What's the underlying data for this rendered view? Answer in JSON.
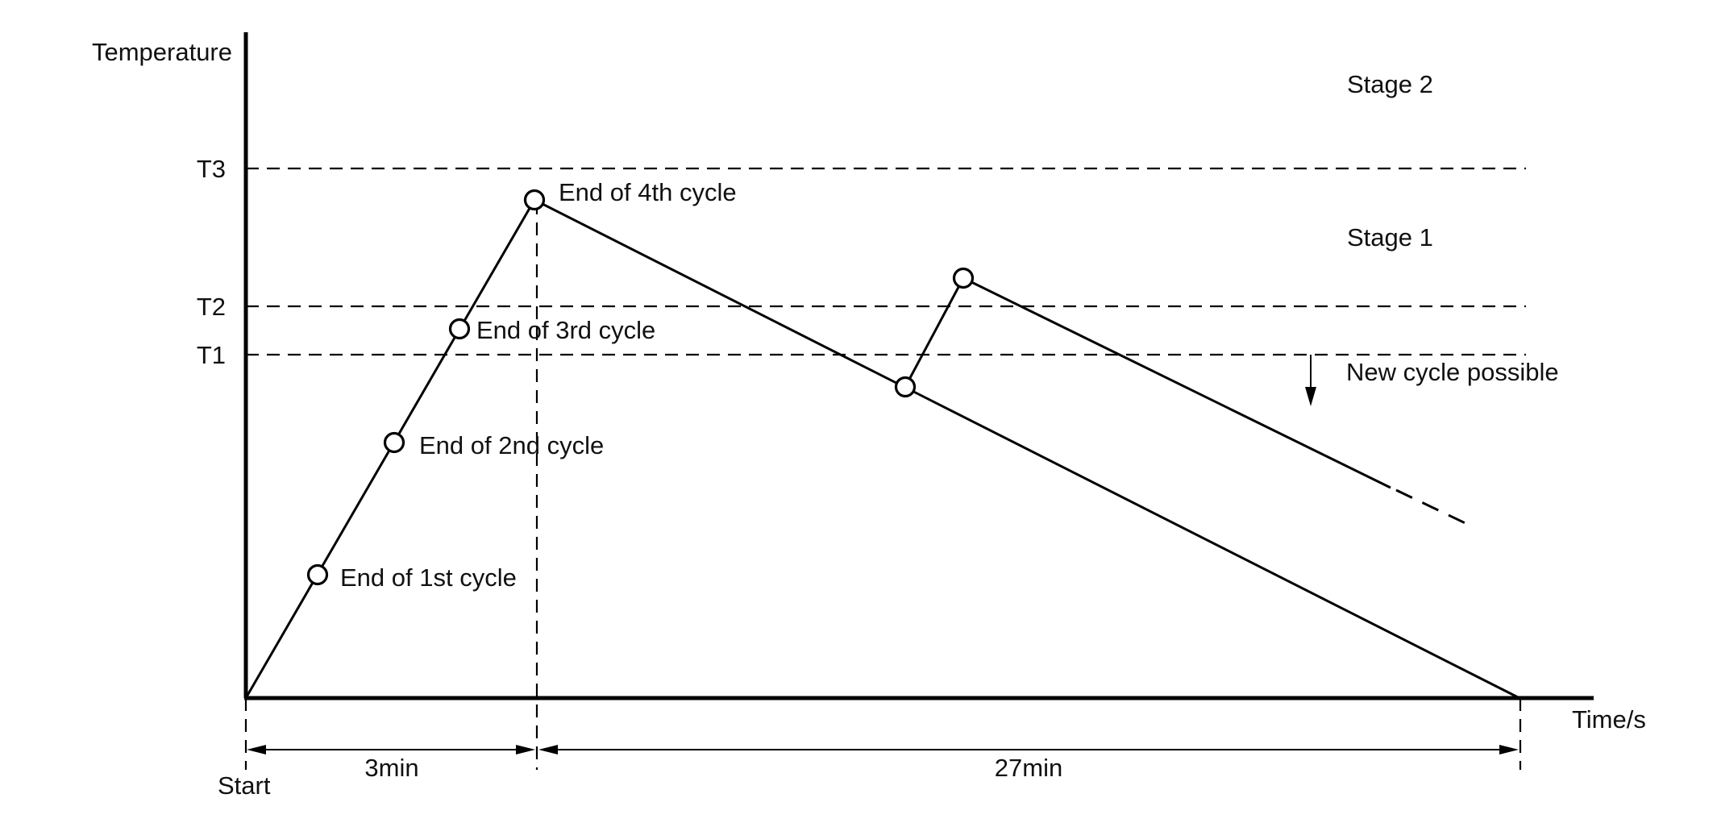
{
  "axes": {
    "y_label": "Temperature",
    "x_label": "Time/s"
  },
  "thresholds": {
    "t3": "T3",
    "t2": "T2",
    "t1": "T1"
  },
  "stages": {
    "stage2": "Stage 2",
    "stage1": "Stage 1"
  },
  "annotations": {
    "new_cycle": "New cycle possible",
    "cycle1": "End of 1st cycle",
    "cycle2": "End of 2nd cycle",
    "cycle3": "End of 3rd cycle",
    "cycle4": "End of 4th cycle"
  },
  "timeline": {
    "start": "Start",
    "heating_duration": "3min",
    "cooling_duration": "27min"
  }
}
